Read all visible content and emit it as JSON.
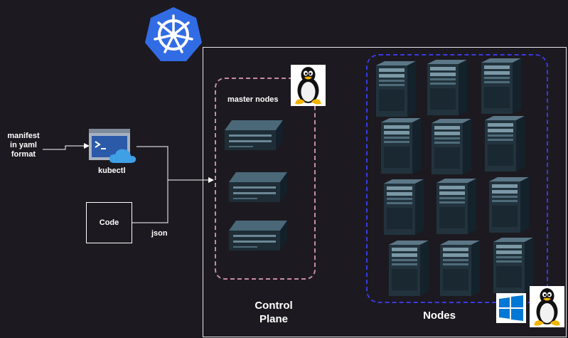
{
  "labels": {
    "manifest": [
      "manifest",
      "in yaml",
      "format"
    ],
    "kubectl": "kubectl",
    "code": "Code",
    "json": "json",
    "master_nodes": "master nodes",
    "control_plane": [
      "Control",
      "Plane"
    ],
    "nodes": "Nodes"
  },
  "icons": {
    "logo": "kubernetes-logo",
    "cli": "kubectl-terminal-icon",
    "os_linux": "linux-tux-icon",
    "os_windows": "windows-icon",
    "master_server": "rack-server-icon",
    "worker_server": "tower-server-icon"
  },
  "colors": {
    "background": "#1c1a20",
    "kubernetes_blue": "#326ce5",
    "control_plane_border": "#c98aa8",
    "nodes_border": "#3a3ae0",
    "windows_blue": "#0078d4"
  }
}
